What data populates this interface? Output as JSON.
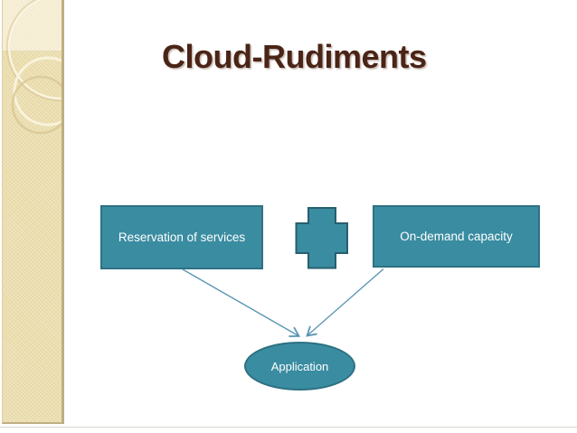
{
  "slide": {
    "title": "Cloud-Rudiments",
    "title_color": "#4a2416",
    "background_color": "#ffffff"
  },
  "diagram": {
    "left_box_label": "Reservation of services",
    "right_box_label": "On-demand capacity",
    "ellipse_label": "Application",
    "plus_icon": "plus-cross-shape",
    "shape_fill_color": "#3a8ca1",
    "shape_border_color": "#2e7183",
    "connector_color": "#5a96b3",
    "connectors": [
      {
        "from": "left_box",
        "to": "ellipse"
      },
      {
        "from": "right_box",
        "to": "ellipse"
      }
    ]
  },
  "decor": {
    "sidebar_icon": "overlapping-rings",
    "panel_color": "#ebdead",
    "panel_edge_color": "#bfaf81"
  }
}
